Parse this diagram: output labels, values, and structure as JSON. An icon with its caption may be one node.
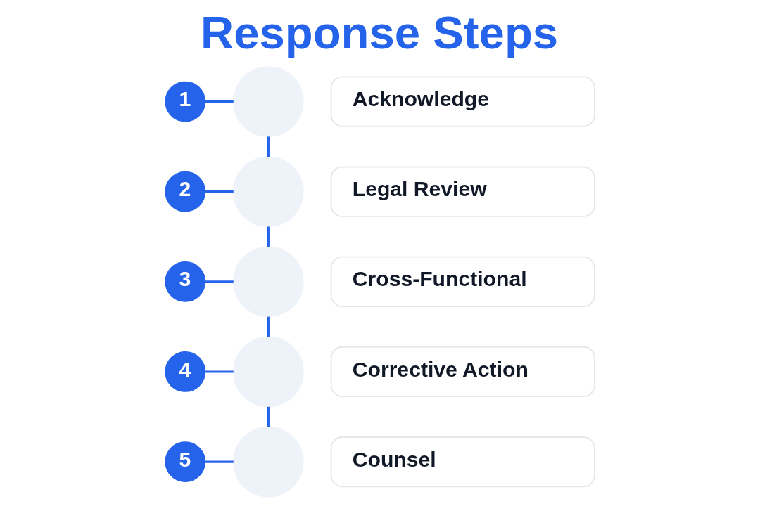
{
  "diagram": {
    "title": "Response Steps",
    "nodes": [
      {
        "text": [
          "1"
        ]
      },
      {
        "text": [],
        "shape": "circle"
      },
      {
        "text": [
          "Acknowledge"
        ]
      },
      {
        "text": [
          "2"
        ]
      },
      {
        "text": [],
        "shape": "circle"
      },
      {
        "text": [
          "Legal Review"
        ]
      },
      {
        "text": [
          "3"
        ]
      },
      {
        "text": [],
        "shape": "circle"
      },
      {
        "text": [
          "Cross-Functional"
        ]
      },
      {
        "text": [
          "4"
        ]
      },
      {
        "text": [],
        "shape": "circle"
      },
      {
        "text": [
          "Corrective Action"
        ]
      },
      {
        "text": [
          "5"
        ]
      },
      {
        "text": [],
        "shape": "circle"
      },
      {
        "text": [
          "Counsel"
        ]
      }
    ],
    "edges": [
      {
        "from": 0,
        "to": 1,
        "arrow": "none"
      },
      {
        "from": 1,
        "to": 4,
        "arrow": "none"
      },
      {
        "from": 3,
        "to": 4,
        "arrow": "none"
      },
      {
        "from": 4,
        "to": 7,
        "arrow": "none"
      },
      {
        "from": 6,
        "to": 7,
        "arrow": "none"
      },
      {
        "from": 7,
        "to": 10,
        "arrow": "none"
      },
      {
        "from": 9,
        "to": 10,
        "arrow": "none"
      },
      {
        "from": 10,
        "to": 13,
        "arrow": "none"
      },
      {
        "from": 12,
        "to": 13,
        "arrow": "none"
      }
    ]
  }
}
